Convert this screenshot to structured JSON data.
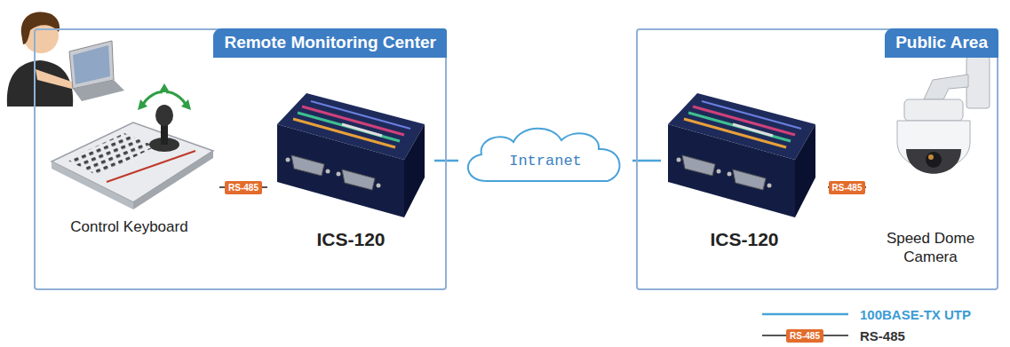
{
  "diagram": {
    "nodes": [
      {
        "text": [
          "Remote Monitoring Center"
        ]
      },
      {
        "text": [
          "Control Keyboard"
        ],
        "in": 0
      },
      {
        "text": [
          "ICS-120"
        ],
        "in": 0
      },
      {
        "text": [
          "Intranet"
        ]
      },
      {
        "text": [
          "Public Area"
        ]
      },
      {
        "text": [
          "ICS-120"
        ],
        "in": 4
      },
      {
        "text": [
          "Speed Dome Camera"
        ],
        "in": 4
      }
    ],
    "edges": [
      {
        "from": 1,
        "to": 2,
        "arrow": "none",
        "label": "RS-485"
      },
      {
        "from": 2,
        "to": 3,
        "arrow": "none"
      },
      {
        "from": 3,
        "to": 5,
        "arrow": "none"
      },
      {
        "from": 5,
        "to": 6,
        "arrow": "none",
        "label": "RS-485"
      }
    ],
    "labels": [
      "RS-485"
    ],
    "legend": [
      {
        "text": "100BASE-TX UTP"
      },
      {
        "text": "RS-485"
      }
    ]
  }
}
